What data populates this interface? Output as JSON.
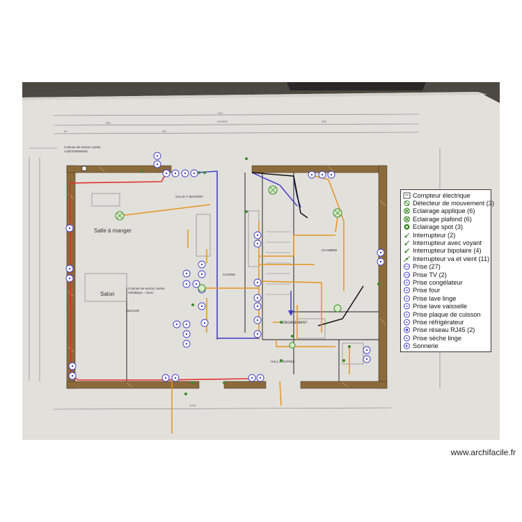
{
  "plan": {
    "rooms": {
      "salle_a_manger": "Salle à manger",
      "salon": "Salon",
      "cuisine": "CUISINE",
      "hall_entree": "HALL D'ENTREE",
      "chambre": "CHAMBRE",
      "salle_a_manger_small": "SALLE À MANGER",
      "degagement": "DEGAGEMENT",
      "sejour": "SEJOUR"
    },
    "notes": {
      "colonne_top": "Colonne de section carrée",
      "colonne_top_2": "A DETERMINER",
      "colonne_mid": "Colonne de section carrée",
      "colonne_mid_2": "métallique = 15cm"
    }
  },
  "legend": {
    "items": [
      {
        "icon": "meter-icon",
        "label": "Compteur électrique"
      },
      {
        "icon": "motion-detector-icon",
        "label": "Détecteur de mouvement (3)"
      },
      {
        "icon": "wall-light-icon",
        "label": "Eclairage applique (6)"
      },
      {
        "icon": "ceiling-light-icon",
        "label": "Eclairage plafond (6)"
      },
      {
        "icon": "spot-light-icon",
        "label": "Eclairage spot (3)"
      },
      {
        "icon": "switch-icon",
        "label": "Interrupteur (2)"
      },
      {
        "icon": "switch-led-icon",
        "label": "Interrupteur avec voyant"
      },
      {
        "icon": "bipolar-switch-icon",
        "label": "Interrupteur bipolaire (4)"
      },
      {
        "icon": "two-way-switch-icon",
        "label": "Interrupteur va et vient (11)"
      },
      {
        "icon": "outlet-icon",
        "label": "Prise (27)"
      },
      {
        "icon": "tv-outlet-icon",
        "label": "Prise TV (2)"
      },
      {
        "icon": "freezer-outlet-icon",
        "label": "Prise congélateur"
      },
      {
        "icon": "oven-outlet-icon",
        "label": "Prise four"
      },
      {
        "icon": "washer-outlet-icon",
        "label": "Prise lave linge"
      },
      {
        "icon": "dishwasher-outlet-icon",
        "label": "Prise lave vaisselle"
      },
      {
        "icon": "hob-outlet-icon",
        "label": "Prise plaque de cuisson"
      },
      {
        "icon": "fridge-outlet-icon",
        "label": "Prise réfrigérateur"
      },
      {
        "icon": "rj45-outlet-icon",
        "label": "Prise réseau RJ45 (2)"
      },
      {
        "icon": "dryer-outlet-icon",
        "label": "Prise sèche linge"
      },
      {
        "icon": "doorbell-icon",
        "label": "Sonnerie"
      }
    ]
  },
  "watermark": "www.archifacile.fr",
  "colors": {
    "red": "#e0302a",
    "blue": "#3a3ac8",
    "orange": "#e6921e",
    "black": "#111111",
    "wall": "#8b6a3c"
  }
}
